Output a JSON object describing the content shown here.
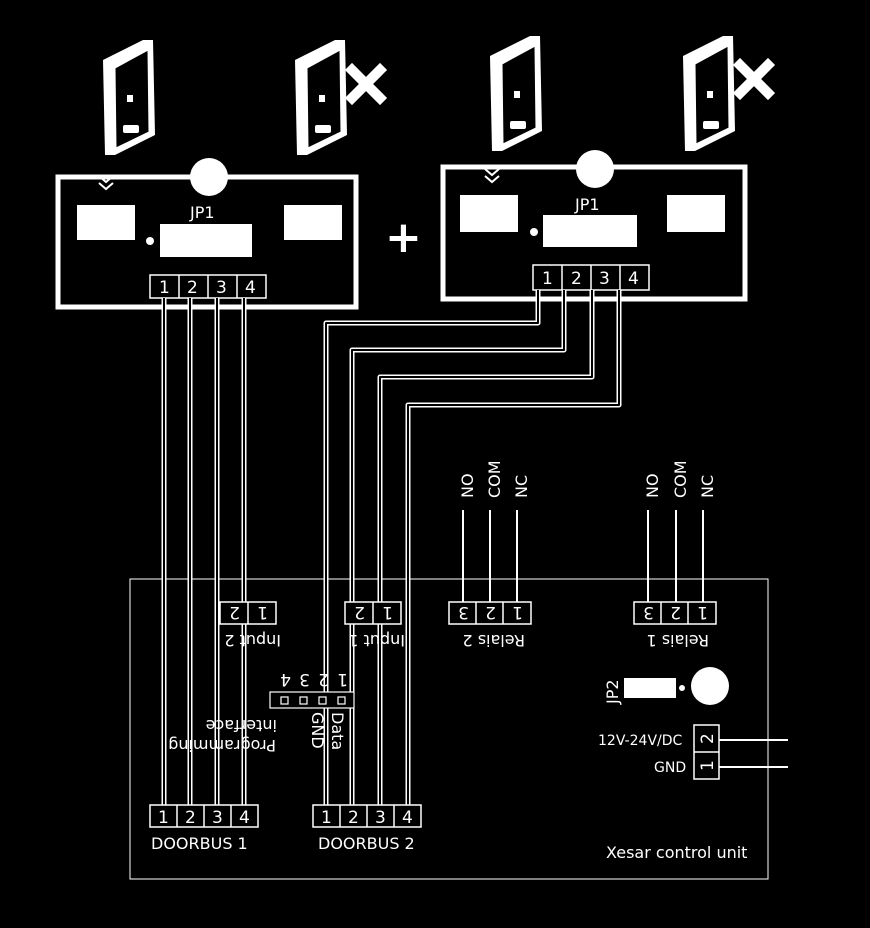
{
  "reader_left": {
    "jumper": "JP1",
    "terminals": [
      "1",
      "2",
      "3",
      "4"
    ]
  },
  "reader_right": {
    "jumper": "JP1",
    "terminals": [
      "1",
      "2",
      "3",
      "4"
    ]
  },
  "plus_sign": "+",
  "control_unit": {
    "name": "Xesar control unit",
    "doorbus1": {
      "label": "DOORBUS 1",
      "terminals": [
        "1",
        "2",
        "3",
        "4"
      ]
    },
    "doorbus2": {
      "label": "DOORBUS 2",
      "terminals": [
        "1",
        "2",
        "3",
        "4"
      ]
    },
    "input2": {
      "label": "Input 2",
      "terminals": [
        "1",
        "2"
      ]
    },
    "input1": {
      "label": "Input 1",
      "terminals": [
        "1",
        "2"
      ]
    },
    "relais2": {
      "label": "Relais 2",
      "terminals": [
        "1",
        "2",
        "3"
      ],
      "contacts": [
        "NO",
        "COM",
        "NC"
      ]
    },
    "relais1": {
      "label": "Relais 1",
      "terminals": [
        "1",
        "2",
        "3"
      ],
      "contacts": [
        "NO",
        "COM",
        "NC"
      ]
    },
    "programming": {
      "line1": "Programming",
      "line2": "interface",
      "pins": [
        "1",
        "2",
        "3",
        "4"
      ],
      "data": "Data",
      "gnd": "GND"
    },
    "jp2": "JP2",
    "power": {
      "terminals": [
        "2",
        "1"
      ],
      "v_label": "12V-24V/DC",
      "gnd_label": "GND"
    }
  },
  "colors": {
    "background": "#000000",
    "lines": "#ffffff"
  }
}
